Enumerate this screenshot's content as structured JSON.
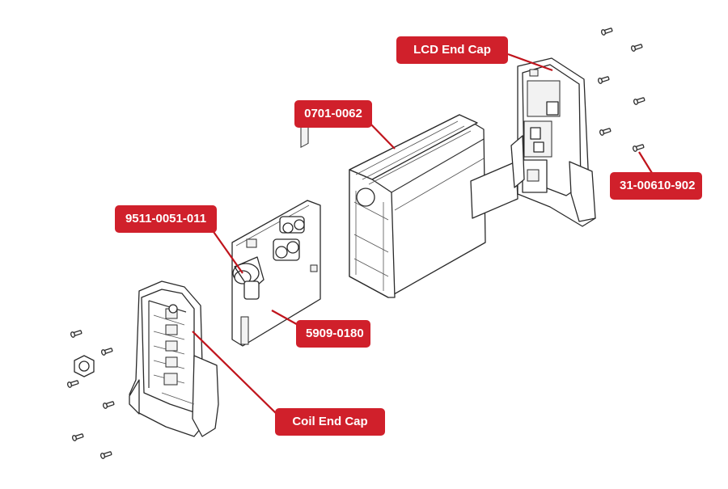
{
  "diagram": {
    "accent_color": "#d0202b",
    "leader_color": "#c0141c",
    "callouts": [
      {
        "id": "lcd-end-cap",
        "label": "LCD End Cap"
      },
      {
        "id": "part-0701-0062",
        "label": "0701-0062"
      },
      {
        "id": "part-9511-0051-011",
        "label": "9511-0051-011"
      },
      {
        "id": "part-5909-0180",
        "label": "5909-0180"
      },
      {
        "id": "part-31-00610-902",
        "label": "31-00610-902"
      },
      {
        "id": "coil-end-cap",
        "label": "Coil End Cap"
      }
    ],
    "parts": [
      {
        "id": "coil-end-cap-housing",
        "icon": "end-cap-housing-icon"
      },
      {
        "id": "circuit-board",
        "icon": "circuit-board-icon"
      },
      {
        "id": "enclosure-extrusion",
        "icon": "enclosure-icon"
      },
      {
        "id": "lcd-end-cap-housing",
        "icon": "lcd-housing-icon"
      },
      {
        "id": "screws",
        "icon": "screw-icon"
      },
      {
        "id": "hex-nut",
        "icon": "hex-nut-icon"
      }
    ]
  }
}
